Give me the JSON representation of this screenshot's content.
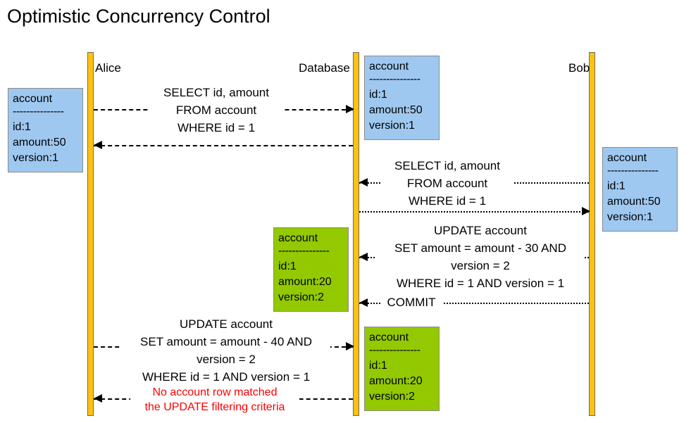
{
  "diagram": {
    "title": "Optimistic Concurrency Control",
    "type": "sequence-diagram",
    "colors": {
      "lifeline": "#FFC20E",
      "state_before": "#9FC8F0",
      "state_after": "#93C900",
      "error_text": "#FF0000",
      "text": "#000000",
      "background": "#FFFFFF"
    }
  },
  "lifelines": [
    {
      "id": "alice",
      "label": "Alice"
    },
    {
      "id": "database",
      "label": "Database"
    },
    {
      "id": "bob",
      "label": "Bob"
    }
  ],
  "state_boxes": [
    {
      "id": "alice-read-state",
      "owner": "Alice",
      "color": "blue",
      "header": "account",
      "separator": "---------------",
      "rows": [
        "id:1",
        "amount:50",
        "version:1"
      ]
    },
    {
      "id": "db-initial-state",
      "owner": "Database",
      "color": "blue",
      "header": "account",
      "separator": "---------------",
      "rows": [
        "id:1",
        "amount:50",
        "version:1"
      ]
    },
    {
      "id": "bob-read-state",
      "owner": "Bob",
      "color": "blue",
      "header": "account",
      "separator": "---------------",
      "rows": [
        "id:1",
        "amount:50",
        "version:1"
      ]
    },
    {
      "id": "db-updated-state",
      "owner": "Database",
      "color": "green",
      "header": "account",
      "separator": "---------------",
      "rows": [
        "id:1",
        "amount:20",
        "version:2"
      ]
    },
    {
      "id": "db-final-state",
      "owner": "Database",
      "color": "green",
      "header": "account",
      "separator": "---------------",
      "rows": [
        "id:1",
        "amount:20",
        "version:2"
      ]
    }
  ],
  "messages": [
    {
      "id": "alice-select",
      "from": "Alice",
      "to": "Database",
      "style": "dashed",
      "direction": "right",
      "lines": [
        "SELECT id, amount",
        "FROM account",
        "WHERE id = 1"
      ]
    },
    {
      "id": "db-reply-alice",
      "from": "Database",
      "to": "Alice",
      "style": "dashed",
      "direction": "left",
      "lines": []
    },
    {
      "id": "bob-select",
      "from": "Bob",
      "to": "Database",
      "style": "dotted",
      "direction": "left",
      "lines": [
        "SELECT id, amount",
        "FROM account",
        "WHERE id = 1"
      ]
    },
    {
      "id": "db-reply-bob",
      "from": "Database",
      "to": "Bob",
      "style": "dotted",
      "direction": "right",
      "lines": []
    },
    {
      "id": "bob-update",
      "from": "Bob",
      "to": "Database",
      "style": "dotted",
      "direction": "left",
      "lines": [
        "UPDATE account",
        "SET amount = amount - 30 AND",
        "version = 2",
        "WHERE id = 1 AND version = 1"
      ]
    },
    {
      "id": "bob-commit",
      "from": "Bob",
      "to": "Database",
      "style": "dotted",
      "direction": "left",
      "lines": [
        "COMMIT"
      ]
    },
    {
      "id": "alice-update",
      "from": "Alice",
      "to": "Database",
      "style": "dashed",
      "direction": "right",
      "lines": [
        "UPDATE account",
        "SET amount = amount - 40 AND",
        "version = 2",
        "WHERE id = 1 AND version = 1"
      ]
    },
    {
      "id": "db-error-alice",
      "from": "Database",
      "to": "Alice",
      "style": "dashed",
      "direction": "left",
      "error": true,
      "lines": [
        "No account row matched",
        "the UPDATE filtering criteria"
      ]
    }
  ]
}
